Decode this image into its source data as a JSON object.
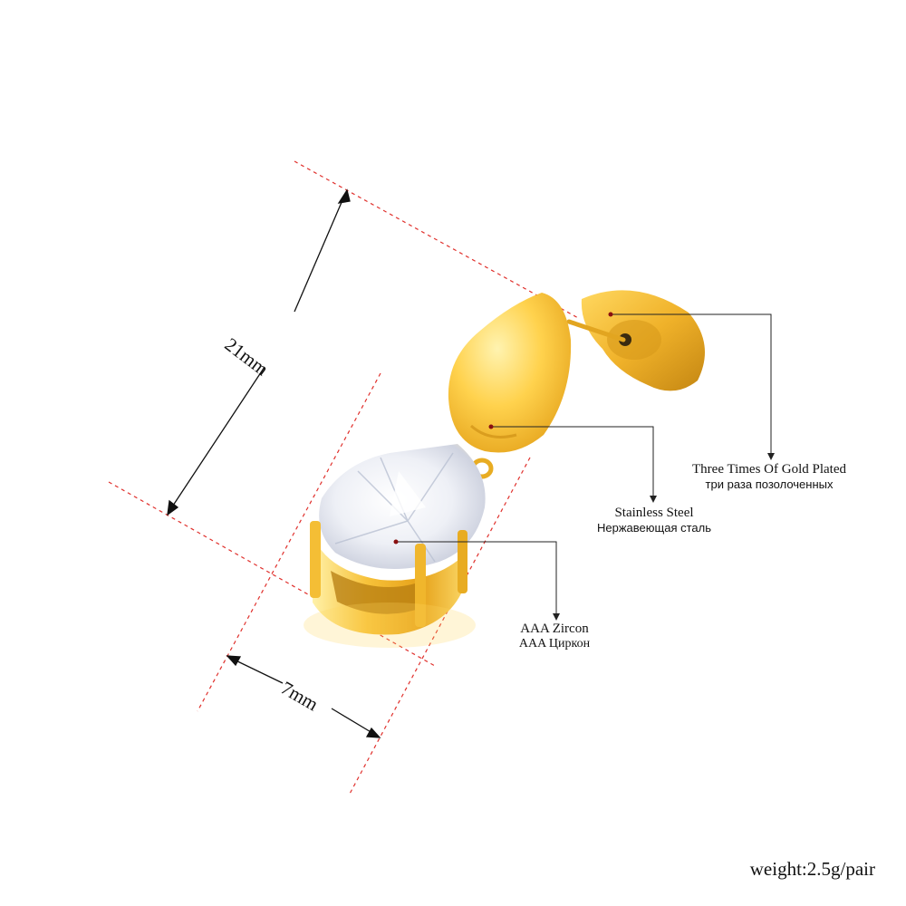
{
  "dimensions": {
    "height": "21mm",
    "width": "7mm"
  },
  "callouts": {
    "plating": {
      "en": "Three Times Of Gold Plated",
      "ru": "три раза позолоченных"
    },
    "material": {
      "en": "Stainless Steel",
      "ru": "Нержавеющая сталь"
    },
    "stone": {
      "en": "AAA Zircon",
      "ru": "AAA Циркон"
    }
  },
  "weight": "weight:2.5g/pair",
  "colors": {
    "gold_light": "#ffe27a",
    "gold_mid": "#f2b628",
    "gold_dark": "#c98a10",
    "guide_red": "#e0302c",
    "leader_line": "#222222"
  }
}
